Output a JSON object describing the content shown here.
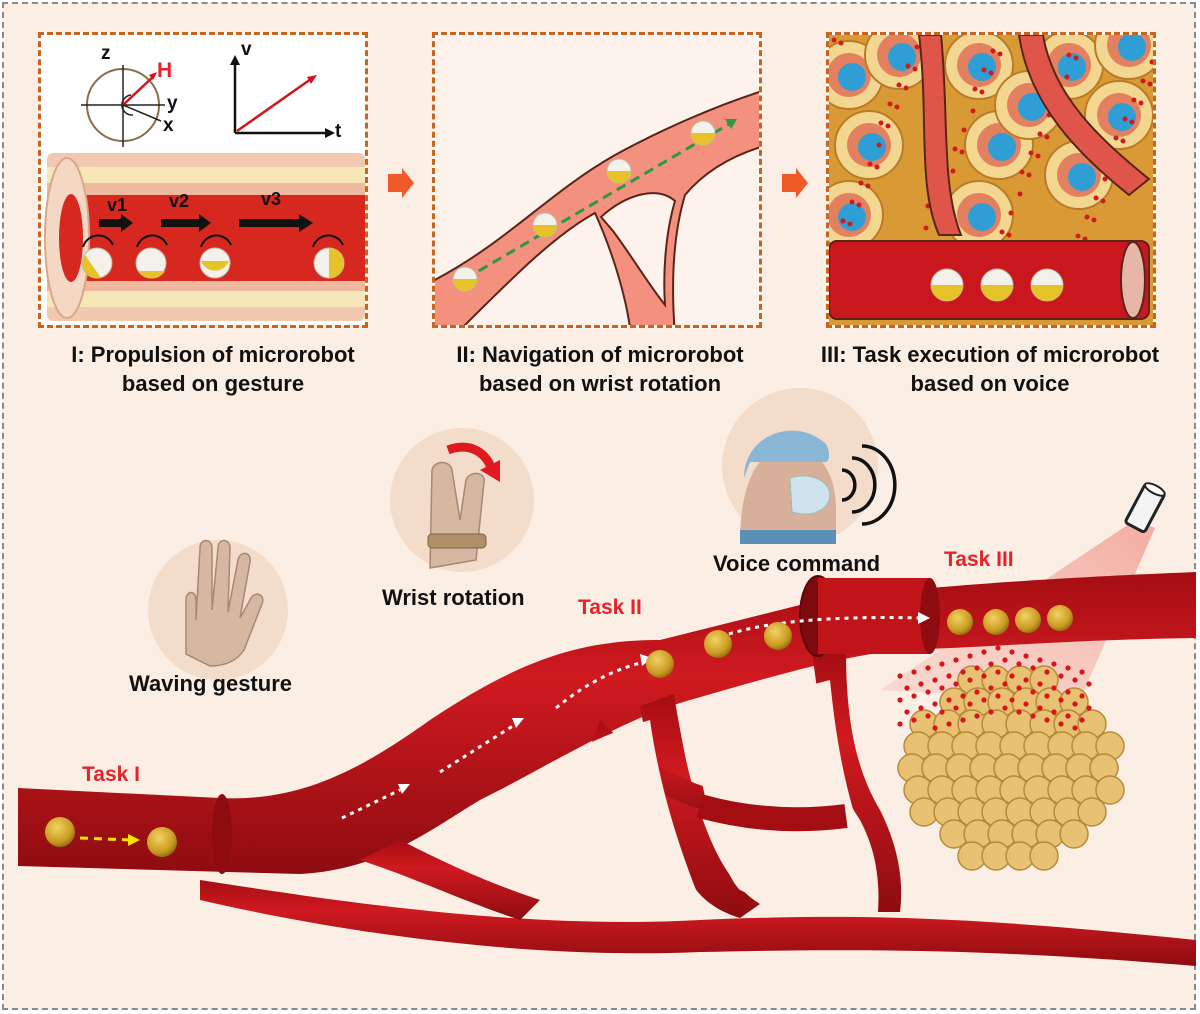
{
  "panels": [
    {
      "caption_line1": "I: Propulsion of microrobot",
      "caption_line2": "based on gesture"
    },
    {
      "caption_line1": "II: Navigation of microrobot",
      "caption_line2": "based on wrist rotation"
    },
    {
      "caption_line1": "III: Task execution of microrobot",
      "caption_line2": "based on voice"
    }
  ],
  "panel1": {
    "axes": {
      "z": "z",
      "y": "y",
      "x": "x",
      "field": "H"
    },
    "graph": {
      "v_axis": "v",
      "t_axis": "t"
    },
    "velocities": [
      "v1",
      "v2",
      "v3"
    ]
  },
  "inputs": {
    "waving": "Waving gesture",
    "wrist": "Wrist rotation",
    "voice": "Voice command"
  },
  "tasks": {
    "task1": "Task I",
    "task2": "Task II",
    "task3": "Task III"
  },
  "colors": {
    "vessel": "#c4161c",
    "vessel_dark": "#8e0c10",
    "panel_border": "#c8641e",
    "task_label": "#e5232a",
    "microrobot": "#e2b83a",
    "background": "#fbeee5"
  }
}
